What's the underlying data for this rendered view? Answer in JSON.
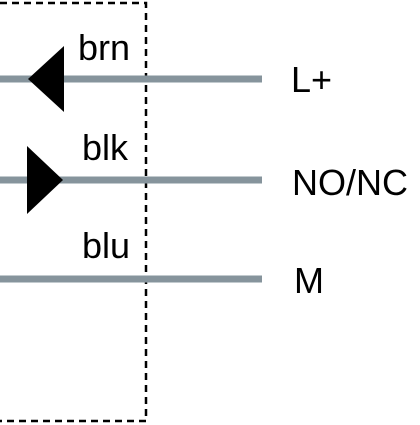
{
  "colors": {
    "wire": "#86949c",
    "arrow": "#000000",
    "border": "#000000",
    "background": "#ffffff"
  },
  "wires": [
    {
      "color_label": "brn",
      "terminal": "L+",
      "arrow": "left"
    },
    {
      "color_label": "blk",
      "terminal": "NO/NC",
      "arrow": "right"
    },
    {
      "color_label": "blu",
      "terminal": "M",
      "arrow": "none"
    }
  ]
}
